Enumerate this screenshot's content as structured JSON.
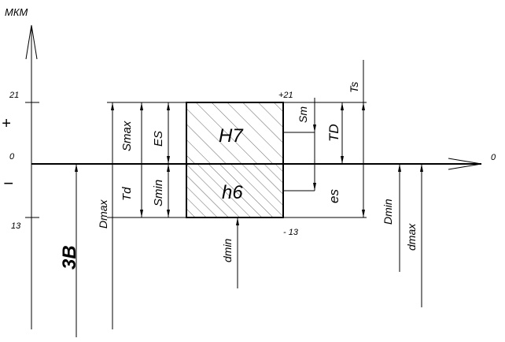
{
  "diagram": {
    "unit": "МКМ",
    "plus_sign": "+",
    "minus_sign": "−",
    "tick_21": "21",
    "tick_0_left": "0",
    "tick_13": "13",
    "zero_right": "0",
    "upper_dev_label": "+21",
    "lower_dev_label": "- 13",
    "hole_field": "H7",
    "shaft_field": "h6",
    "dims": {
      "s_max": "Smax",
      "es_upper_hole": "ES",
      "td": "Td",
      "s_min": "Smin",
      "s_m": "Sm",
      "td_hole": "TD",
      "es_shaft": "es",
      "ts": "Ts",
      "d_max_big": "Dmax",
      "d_min_big": "Dmin",
      "d_min_small": "dmin",
      "d_max_small": "dmax"
    },
    "hole_fit": "3B",
    "values": {
      "hole_upper_deviation": 21,
      "hole_lower_deviation": 0,
      "shaft_upper_deviation": 0,
      "shaft_lower_deviation": -13
    }
  }
}
